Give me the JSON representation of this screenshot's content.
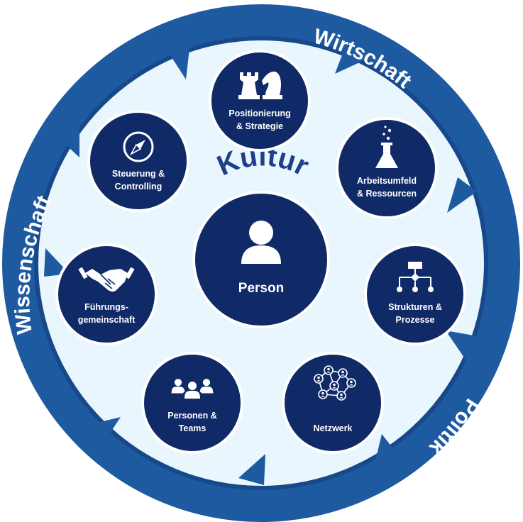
{
  "colors": {
    "ring": "#1e5aa0",
    "ring_dark": "#17498a",
    "inner": "#eaf6fd",
    "node": "#102a68",
    "node_border": "#ffffff",
    "kultur": "#1f3f88"
  },
  "ring_labels": {
    "top_right": "Wirtschaft",
    "left": "Wissenschaft",
    "bottom_right": "Politik"
  },
  "center": {
    "title": "Kultur",
    "label": "Person",
    "icon": "person-icon"
  },
  "nodes": [
    {
      "id": "positionierung",
      "line1": "Positionierung",
      "line2": "& Strategie",
      "icon": "chess-pieces-icon"
    },
    {
      "id": "arbeitsumfeld",
      "line1": "Arbeitsumfeld",
      "line2": "& Ressourcen",
      "icon": "flask-icon"
    },
    {
      "id": "strukturen",
      "line1": "Strukturen &",
      "line2": "Prozesse",
      "icon": "org-chart-icon"
    },
    {
      "id": "netzwerk",
      "line1": "Netzwerk",
      "line2": "",
      "icon": "network-icon"
    },
    {
      "id": "personen",
      "line1": "Personen &",
      "line2": "Teams",
      "icon": "team-icon"
    },
    {
      "id": "fuehrung",
      "line1": "Führungs-",
      "line2": "gemeinschaft",
      "icon": "handshake-icon"
    },
    {
      "id": "steuerung",
      "line1": "Steuerung &",
      "line2": "Controlling",
      "icon": "compass-icon"
    }
  ]
}
